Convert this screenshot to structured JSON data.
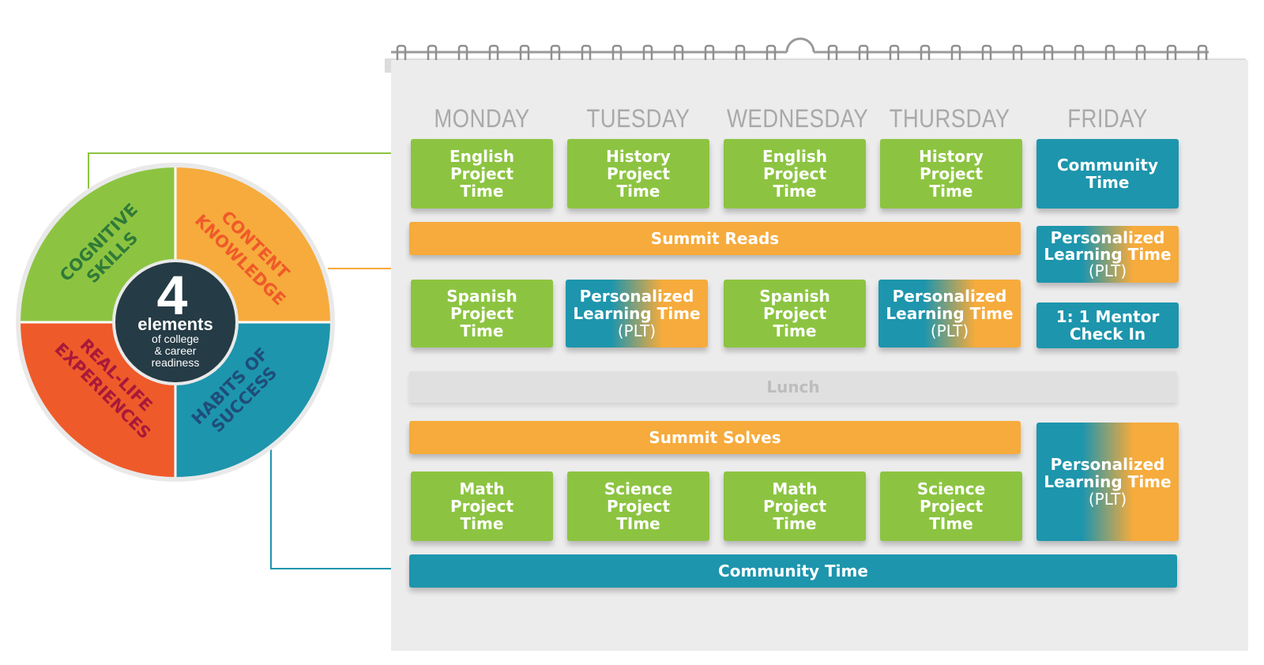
{
  "colors": {
    "green": "#8cc441",
    "orange": "#f6ab3c",
    "teal": "#1d95ad",
    "red_orange": "#ef5a2a",
    "dark": "#253b45"
  },
  "wheel": {
    "center_number": "4",
    "center_title": "elements",
    "center_sub_1": "of college",
    "center_sub_2": "& career",
    "center_sub_3": "readiness",
    "cognitive_1": "COGNITIVE",
    "cognitive_2": "SKILLS",
    "content_1": "CONTENT",
    "content_2": "KNOWLEDGE",
    "real_1": "REAL-LIFE",
    "real_2": "EXPERIENCES",
    "habits_1": "HABITS OF",
    "habits_2": "SUCCESS"
  },
  "days": [
    "MONDAY",
    "TUESDAY",
    "WEDNESDAY",
    "THURSDAY",
    "FRIDAY"
  ],
  "schedule": {
    "mon_1": "English\nProject\nTime",
    "tue_1": "History\nProject\nTime",
    "wed_1": "English\nProject\nTime",
    "thu_1": "History\nProject\nTime",
    "fri_1": "Community\nTime",
    "summit_reads": "Summit Reads",
    "fri_plt_1": "Personalized\nLearning Time",
    "fri_plt_1_sub": "(PLT)",
    "mon_2": "Spanish\nProject\nTime",
    "tue_2": "Personalized\nLearning Time",
    "tue_2_sub": "(PLT)",
    "wed_2": "Spanish\nProject\nTime",
    "thu_2": "Personalized\nLearning Time",
    "thu_2_sub": "(PLT)",
    "fri_mentor": "1: 1 Mentor\nCheck In",
    "lunch": "Lunch",
    "summit_solves": "Summit Solves",
    "fri_plt_2": "Personalized\nLearning Time",
    "fri_plt_2_sub": "(PLT)",
    "mon_3": "Math\nProject\nTime",
    "tue_3": "Science\nProject\nTIme",
    "wed_3": "Math\nProject\nTime",
    "thu_3": "Science\nProject\nTIme",
    "community_time": "Community Time"
  }
}
